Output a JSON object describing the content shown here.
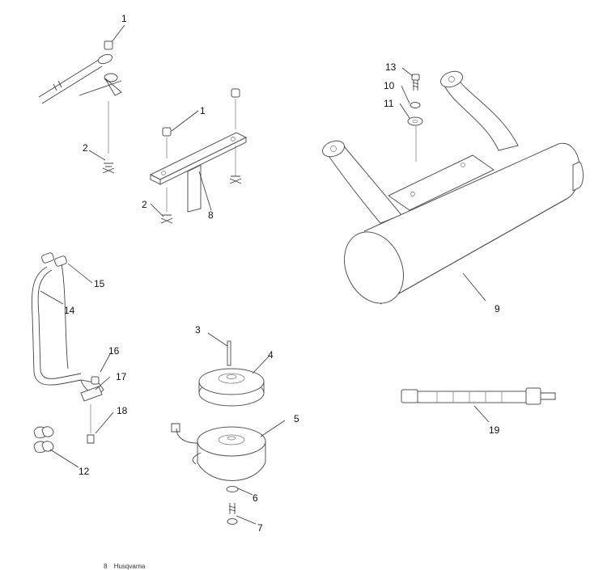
{
  "callouts": {
    "c1a": "1",
    "c1b": "1",
    "c2a": "2",
    "c2b": "2",
    "c3": "3",
    "c4": "4",
    "c5": "5",
    "c6": "6",
    "c7": "7",
    "c8": "8",
    "c9": "9",
    "c10": "10",
    "c11": "11",
    "c12": "12",
    "c13": "13",
    "c14": "14",
    "c15": "15",
    "c16": "16",
    "c17": "17",
    "c18": "18",
    "c19": "19"
  },
  "footer": {
    "page_number": "8",
    "brand": "Husqvarna"
  }
}
